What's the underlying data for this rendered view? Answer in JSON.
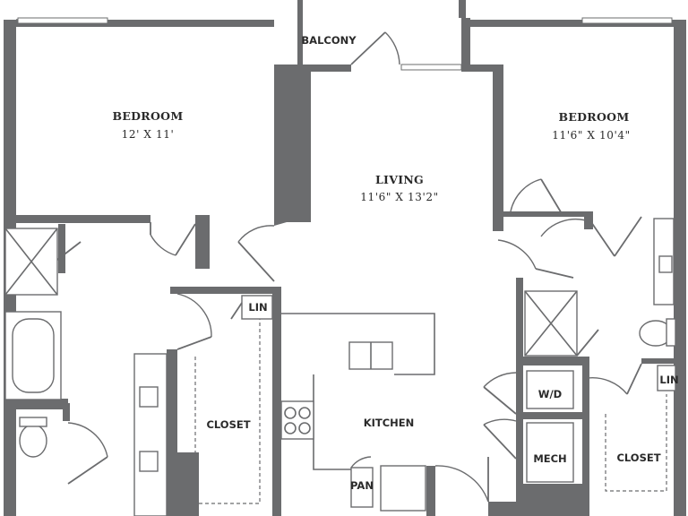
{
  "rooms": {
    "bedroom_left": {
      "name": "BEDROOM",
      "dims": "12' X 11'"
    },
    "bedroom_right": {
      "name": "BEDROOM",
      "dims": "11'6\" X 10'4\""
    },
    "living": {
      "name": "LIVING",
      "dims": "11'6\" X 13'2\""
    },
    "balcony": {
      "name": "BALCONY"
    },
    "kitchen": {
      "name": "KITCHEN"
    },
    "closet_left": {
      "name": "CLOSET"
    },
    "closet_right": {
      "name": "CLOSET"
    }
  },
  "labels": {
    "lin_left": "LIN",
    "lin_right": "LIN",
    "wd": "W/D",
    "mech": "MECH",
    "pan": "PAN"
  },
  "colors": {
    "wall": "#6b6c6e",
    "background": "#ffffff",
    "text": "#2a2a2a"
  }
}
